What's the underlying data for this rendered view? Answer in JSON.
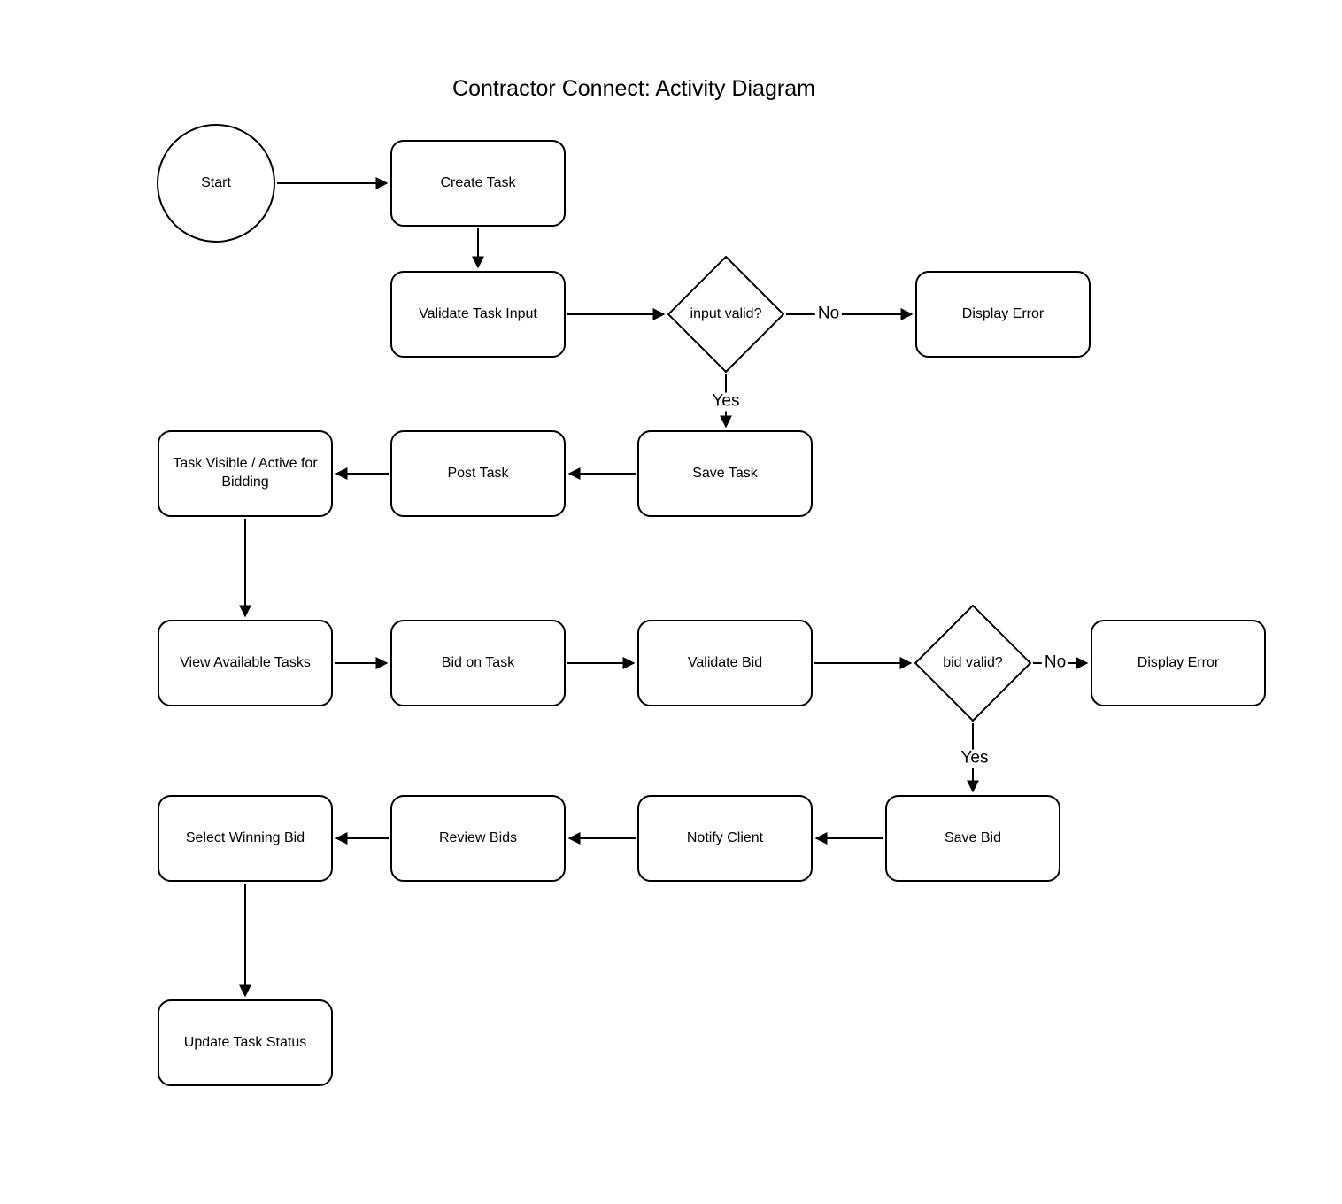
{
  "title": "Contractor Connect: Activity Diagram",
  "diagram": {
    "type": "flowchart",
    "colors": {
      "stroke": "#000000",
      "node_fill": "#ffffff",
      "text": "#000000",
      "background": "#ffffff"
    },
    "nodes": {
      "start": {
        "label": "Start",
        "shape": "circle"
      },
      "create_task": {
        "label": "Create Task",
        "shape": "rounded-rect"
      },
      "validate_task_input": {
        "label": "Validate Task Input",
        "shape": "rounded-rect"
      },
      "input_valid": {
        "label": "input valid?",
        "shape": "diamond"
      },
      "display_error_1": {
        "label": "Display Error",
        "shape": "rounded-rect"
      },
      "save_task": {
        "label": "Save Task",
        "shape": "rounded-rect"
      },
      "post_task": {
        "label": "Post Task",
        "shape": "rounded-rect"
      },
      "task_visible": {
        "label": "Task Visible / Active for Bidding",
        "shape": "rounded-rect"
      },
      "view_available_tasks": {
        "label": "View Available Tasks",
        "shape": "rounded-rect"
      },
      "bid_on_task": {
        "label": "Bid on Task",
        "shape": "rounded-rect"
      },
      "validate_bid": {
        "label": "Validate Bid",
        "shape": "rounded-rect"
      },
      "bid_valid": {
        "label": "bid valid?",
        "shape": "diamond"
      },
      "display_error_2": {
        "label": "Display Error",
        "shape": "rounded-rect"
      },
      "save_bid": {
        "label": "Save Bid",
        "shape": "rounded-rect"
      },
      "notify_client": {
        "label": "Notify Client",
        "shape": "rounded-rect"
      },
      "review_bids": {
        "label": "Review Bids",
        "shape": "rounded-rect"
      },
      "select_winning_bid": {
        "label": "Select Winning Bid",
        "shape": "rounded-rect"
      },
      "update_task_status": {
        "label": "Update Task Status",
        "shape": "rounded-rect"
      }
    },
    "edges": [
      {
        "from": "start",
        "to": "create_task",
        "label": ""
      },
      {
        "from": "create_task",
        "to": "validate_task_input",
        "label": ""
      },
      {
        "from": "validate_task_input",
        "to": "input_valid",
        "label": ""
      },
      {
        "from": "input_valid",
        "to": "display_error_1",
        "label": "No"
      },
      {
        "from": "input_valid",
        "to": "save_task",
        "label": "Yes"
      },
      {
        "from": "save_task",
        "to": "post_task",
        "label": ""
      },
      {
        "from": "post_task",
        "to": "task_visible",
        "label": ""
      },
      {
        "from": "task_visible",
        "to": "view_available_tasks",
        "label": ""
      },
      {
        "from": "view_available_tasks",
        "to": "bid_on_task",
        "label": ""
      },
      {
        "from": "bid_on_task",
        "to": "validate_bid",
        "label": ""
      },
      {
        "from": "validate_bid",
        "to": "bid_valid",
        "label": ""
      },
      {
        "from": "bid_valid",
        "to": "display_error_2",
        "label": "No"
      },
      {
        "from": "bid_valid",
        "to": "save_bid",
        "label": "Yes"
      },
      {
        "from": "save_bid",
        "to": "notify_client",
        "label": ""
      },
      {
        "from": "notify_client",
        "to": "review_bids",
        "label": ""
      },
      {
        "from": "review_bids",
        "to": "select_winning_bid",
        "label": ""
      },
      {
        "from": "select_winning_bid",
        "to": "update_task_status",
        "label": ""
      }
    ]
  }
}
